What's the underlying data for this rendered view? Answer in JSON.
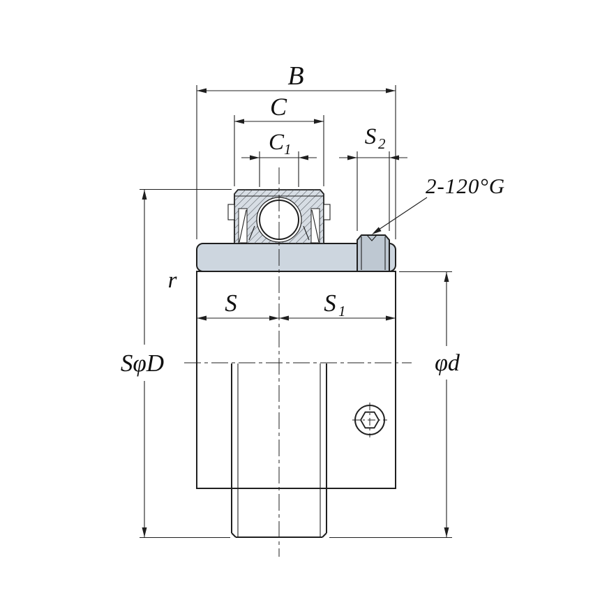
{
  "figure": {
    "type": "technical-drawing",
    "subject": "insert ball bearing dimensional drawing",
    "colors": {
      "line": "#1f1f1f",
      "ring_fill": "#cdd6df",
      "collar_fill": "#bec8d2",
      "section_fill": "#d7dde4",
      "background": "#ffffff"
    },
    "labels": {
      "width_total": "B",
      "width_outer": "C",
      "width_c1_main": "C",
      "width_c1_sub": "1",
      "collar_width_main": "S",
      "collar_width_sub": "2",
      "screw_note": "2-120°G",
      "fillet_radius": "r",
      "offset_s": "S",
      "offset_s1_main": "S",
      "offset_s1_sub": "1",
      "outer_diameter": "SφD",
      "bore_diameter": "φd"
    }
  }
}
